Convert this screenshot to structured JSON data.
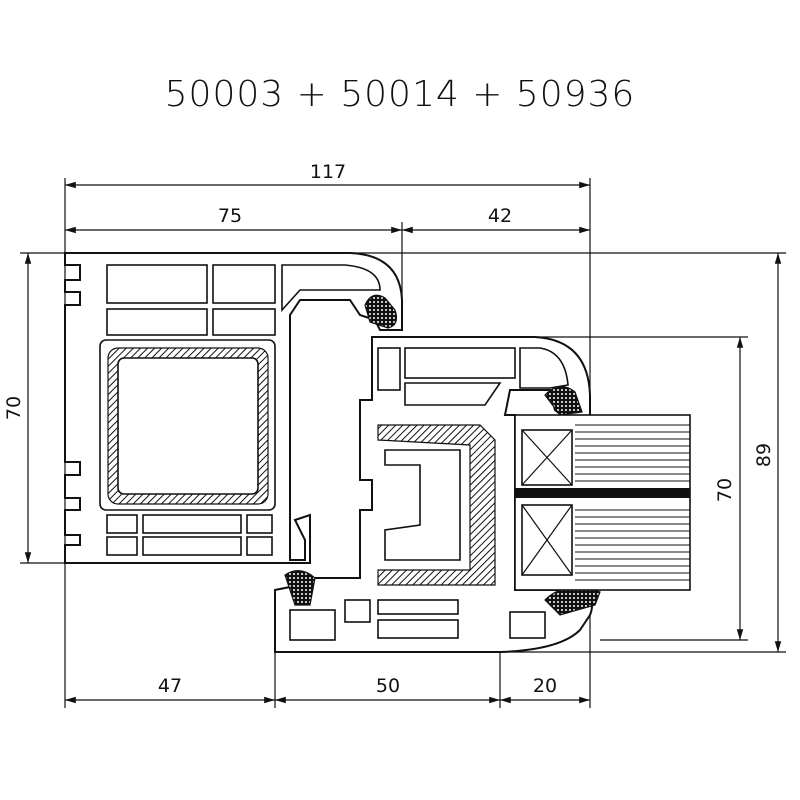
{
  "title": "50003 + 50014 + 50936",
  "dimensions": {
    "overall_width": "117",
    "frame_width": "75",
    "sash_offset": "42",
    "frame_height_left": "70",
    "total_height_right": "89",
    "sash_height": "70",
    "bottom_left": "47",
    "bottom_middle": "50",
    "bottom_right": "20"
  }
}
